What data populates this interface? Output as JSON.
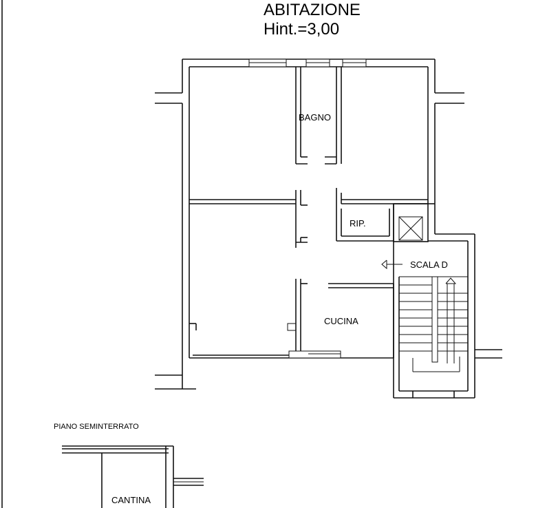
{
  "title": "ABITAZIONE",
  "height_label": "Hint.=3,00",
  "rooms": {
    "bagno": "BAGNO",
    "rip": "RIP.",
    "scala": "SCALA D",
    "cucina": "CUCINA",
    "cantina": "CANTINA"
  },
  "basement_label": "PIANO SEMINTERRATO",
  "colors": {
    "ink": "#111111",
    "paper": "#ffffff"
  }
}
